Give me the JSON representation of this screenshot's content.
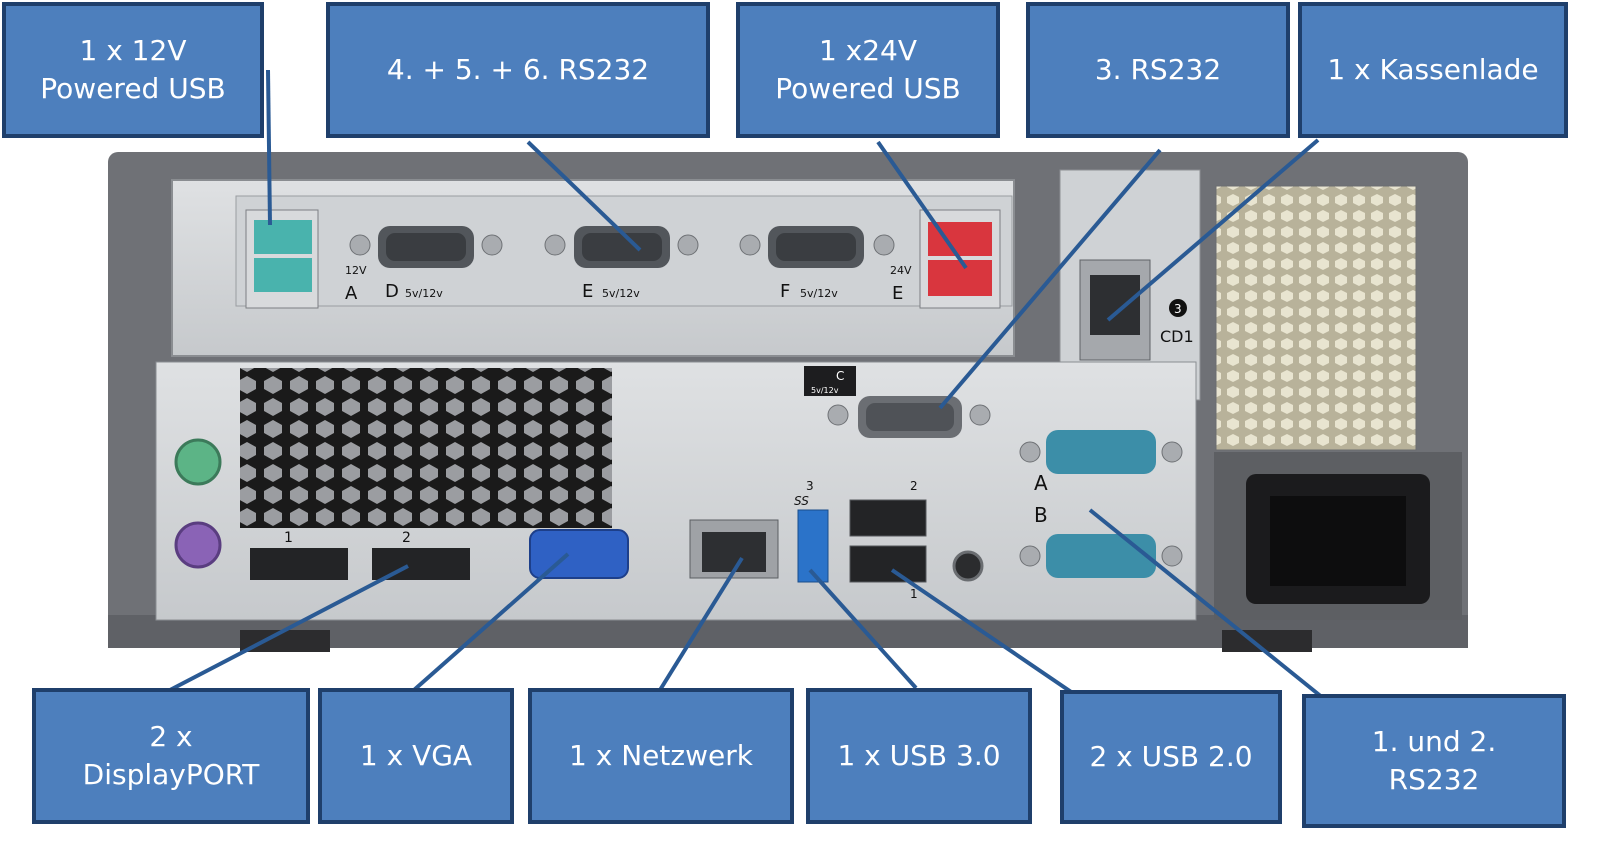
{
  "callouts": {
    "usb12v": [
      "1 x 12V",
      "Powered USB"
    ],
    "rs232_456": [
      "4. + 5. + 6. RS232"
    ],
    "usb24v": [
      "1 x24V",
      "Powered USB"
    ],
    "rs232_3": [
      "3.  RS232"
    ],
    "kassenlade": [
      "1 x Kassenlade"
    ],
    "displayport": [
      "2 x",
      "DisplayPORT"
    ],
    "vga": [
      "1 x VGA"
    ],
    "netzwerk": [
      "1 x Netzwerk"
    ],
    "usb30": [
      "1 x USB 3.0"
    ],
    "usb20": [
      "2 x USB 2.0"
    ],
    "rs232_12": [
      "1. und 2.",
      "RS232"
    ]
  },
  "port_labels": {
    "usb12": "12V",
    "port_a_top": "A",
    "port_d": "D",
    "port_e": "E",
    "port_f": "F",
    "voltage": "5v/12v",
    "usb24": "24V",
    "port_e_right": "E",
    "cd1_num": "3",
    "cd1": "CD1",
    "port_c": "C",
    "port_c_voltage": "5v/12v",
    "com_a": "A",
    "com_b": "B",
    "dp1": "1",
    "dp2": "2",
    "usb3_num": "3",
    "usb3_ss": "SS",
    "usb_2": "2",
    "usb_1": "1"
  },
  "colors": {
    "callout_fill": "#4d7fbd",
    "callout_border": "#1f3f6b",
    "leader_line": "#2a5a94",
    "chassis": "#6f7176"
  }
}
